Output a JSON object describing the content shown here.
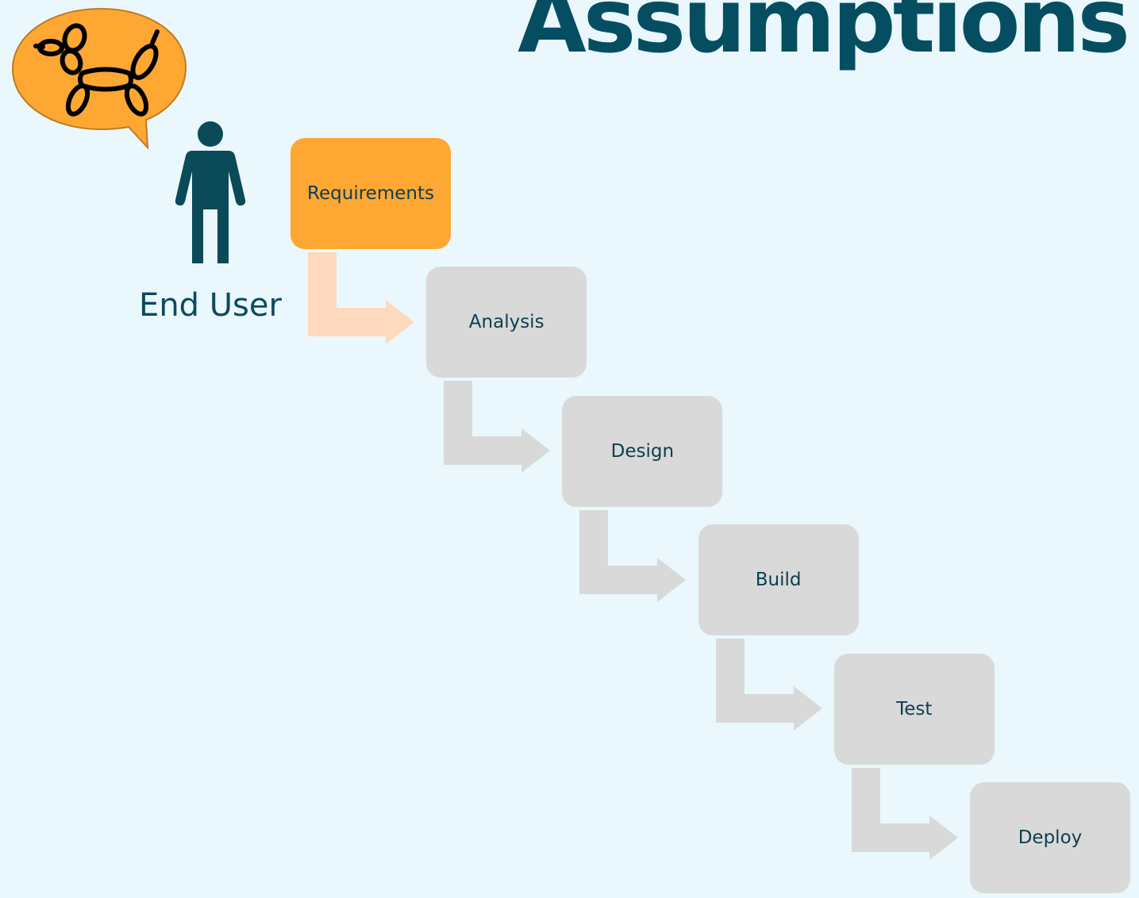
{
  "title": "Assumptions",
  "actor": {
    "label": "End User"
  },
  "steps": [
    {
      "label": "Requirements",
      "active": true
    },
    {
      "label": "Analysis",
      "active": false
    },
    {
      "label": "Design",
      "active": false
    },
    {
      "label": "Build",
      "active": false
    },
    {
      "label": "Test",
      "active": false
    },
    {
      "label": "Deploy",
      "active": false
    }
  ],
  "colors": {
    "background": "#eaf8fd",
    "title": "#054e62",
    "active_step": "#ffa733",
    "inactive_step": "#d9d9d9",
    "active_arrow": "#ffd9bd",
    "inactive_arrow": "#d9d9d9",
    "person": "#0b4a58",
    "bubble": "#ffa733"
  },
  "icons": {
    "bubble": "speech-bubble-icon",
    "balloon_dog": "balloon-dog-icon",
    "person": "person-icon"
  }
}
